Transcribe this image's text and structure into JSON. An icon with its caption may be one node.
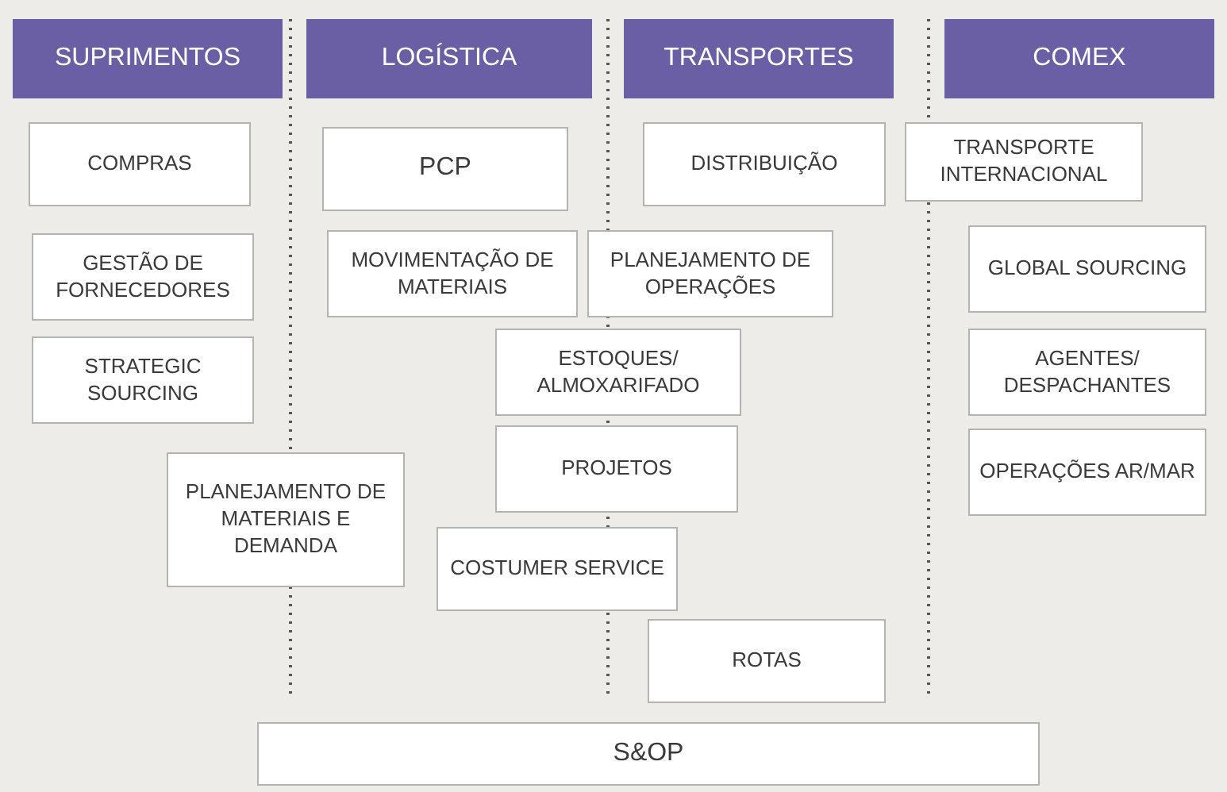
{
  "diagram": {
    "nodes": [
      {
        "text": [
          "SUPRIMENTOS"
        ]
      },
      {
        "text": [
          "LOGÍSTICA"
        ]
      },
      {
        "text": [
          "TRANSPORTES"
        ]
      },
      {
        "text": [
          "COMEX"
        ]
      },
      {
        "text": [
          "COMPRAS"
        ]
      },
      {
        "text": [
          "PCP"
        ]
      },
      {
        "text": [
          "DISTRIBUIÇÃO"
        ]
      },
      {
        "text": [
          "TRANSPORTE INTERNACIONAL"
        ]
      },
      {
        "text": [
          "GESTÃO DE FORNECEDORES"
        ]
      },
      {
        "text": [
          "MOVIMENTAÇÃO DE MATERIAIS"
        ]
      },
      {
        "text": [
          "PLANEJAMENTO DE OPERAÇÕES"
        ]
      },
      {
        "text": [
          "GLOBAL SOURCING"
        ]
      },
      {
        "text": [
          "STRATEGIC SOURCING"
        ]
      },
      {
        "text": [
          "ESTOQUES/ ALMOXARIFADO"
        ]
      },
      {
        "text": [
          "AGENTES/ DESPACHANTES"
        ]
      },
      {
        "text": [
          "PROJETOS"
        ]
      },
      {
        "text": [
          "OPERAÇÕES AR/MAR"
        ]
      },
      {
        "text": [
          "PLANEJAMENTO DE MATERIAIS E DEMANDA"
        ]
      },
      {
        "text": [
          "COSTUMER SERVICE"
        ]
      },
      {
        "text": [
          "ROTAS"
        ]
      },
      {
        "text": [
          "S&OP"
        ]
      }
    ]
  }
}
